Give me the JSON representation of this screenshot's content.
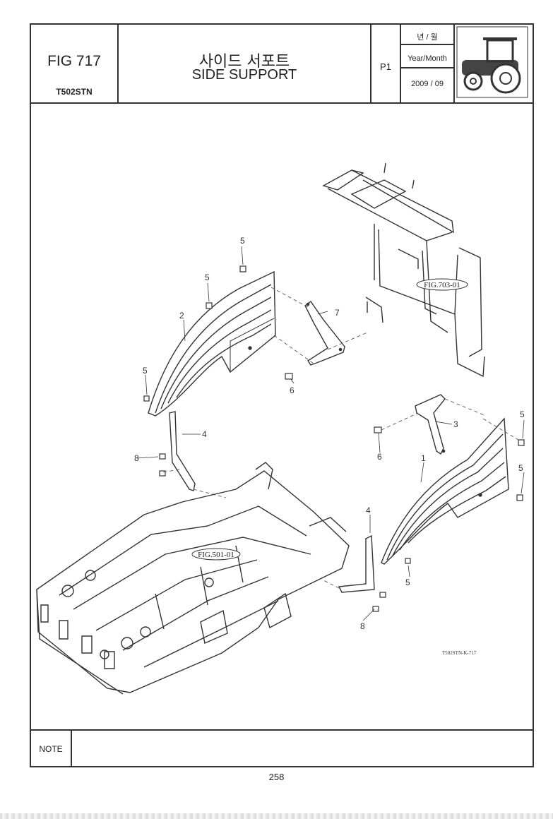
{
  "header": {
    "fig_no": "FIG 717",
    "model": "T502STN",
    "title_ko": "사이드 서포트",
    "title_en": "SIDE SUPPORT",
    "page": "P1",
    "date_label_ko": "년 / 월",
    "date_label_en": "Year/Month",
    "date_value": "2009 / 09",
    "tractor_icon": "tractor-icon"
  },
  "callouts": [
    "5",
    "5",
    "2",
    "5",
    "7",
    "6",
    "4",
    "8",
    "3",
    "5",
    "6",
    "1",
    "5",
    "4",
    "5",
    "8"
  ],
  "references": [
    "FIG.703-01",
    "FIG.501-01"
  ],
  "drawing_code": "T502STN-K-717",
  "note_label": "NOTE",
  "page_number": "258"
}
